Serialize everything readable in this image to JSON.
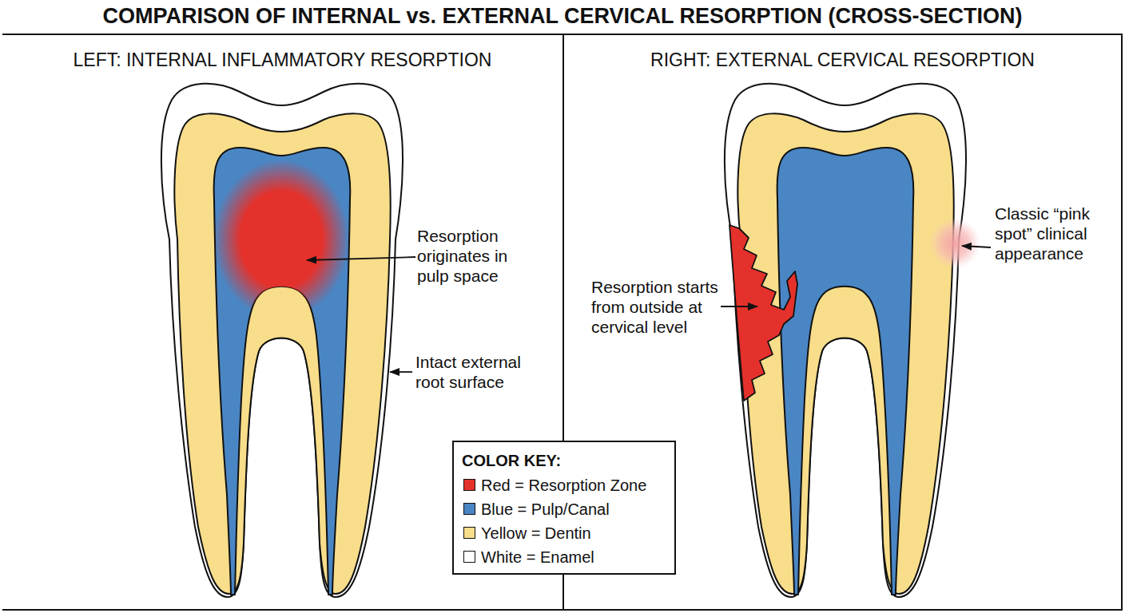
{
  "diagram": {
    "title": "COMPARISON OF INTERNAL vs. EXTERNAL CERVICAL RESORPTION (CROSS-SECTION)",
    "nodes": [
      {
        "text": [
          "LEFT: INTERNAL INFLAMMATORY RESORPTION"
        ]
      },
      {
        "text": [
          "RIGHT: EXTERNAL CERVICAL RESORPTION"
        ]
      }
    ],
    "labels": [
      "Resorption originates in pulp space",
      "Intact external root surface",
      "Resorption starts from outside at cervical level",
      "Classic “pink spot” clinical appearance",
      "COLOR KEY:"
    ],
    "legend": [
      {
        "text": "Red = Resorption Zone",
        "color": "#e5312b"
      },
      {
        "text": "Blue = Pulp/Canal",
        "color": "#4a86c4"
      },
      {
        "text": "Yellow = Dentin",
        "color": "#f8dd8b"
      },
      {
        "text": "White = Enamel",
        "color": "#ffffff"
      }
    ]
  }
}
